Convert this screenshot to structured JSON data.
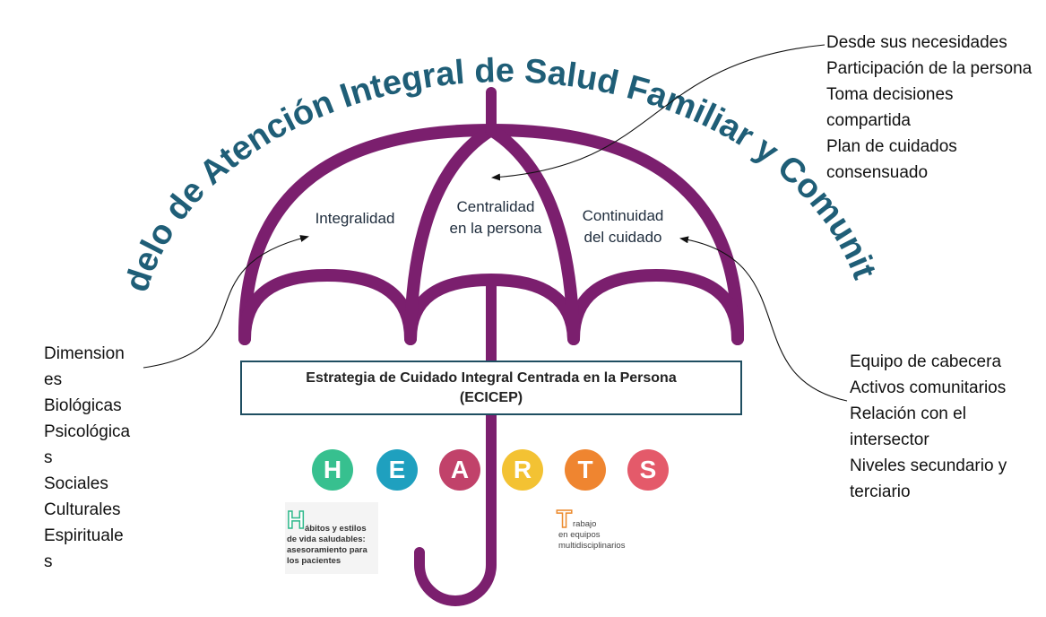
{
  "title": "Modelo de Atención Integral de Salud Familiar y Comunitario",
  "segments": {
    "left": "Integralidad",
    "center": [
      "Centralidad",
      "en la persona"
    ],
    "right": [
      "Continuidad",
      "del cuidado"
    ]
  },
  "strategy": [
    "Estrategia de Cuidado Integral Centrada en la Persona",
    "(ECICEP)"
  ],
  "hearts": {
    "letters": [
      "H",
      "E",
      "A",
      "R",
      "T",
      "S"
    ],
    "colors": [
      "#37c08f",
      "#1fa0bf",
      "#c1426a",
      "#f3c233",
      "#ef8530",
      "#e45a6a"
    ]
  },
  "legend_h": {
    "letter": "H",
    "lines": [
      "ábitos y estilos",
      "de vida saludables:",
      "asesoramiento para",
      "los pacientes"
    ]
  },
  "legend_t": {
    "letter": "T",
    "lines": [
      "rabajo",
      "en equipos",
      "multidisciplinarios"
    ]
  },
  "notes": {
    "right_top": [
      "Desde sus necesidades",
      "Participación de la persona",
      "Toma decisiones compartida",
      "Plan de cuidados consensuado"
    ],
    "right_bottom": [
      "Equipo de cabecera",
      "Activos comunitarios",
      "Relación con el intersector",
      "Niveles secundario y terciario"
    ],
    "left": [
      "Dimensiones",
      "Biológicas",
      "Psicológicas",
      "Sociales",
      "Culturales",
      "Espirituales"
    ]
  },
  "colors": {
    "umbrella": "#7b1f6e",
    "title": "#1f5e77",
    "box_border": "#1f4e61"
  }
}
